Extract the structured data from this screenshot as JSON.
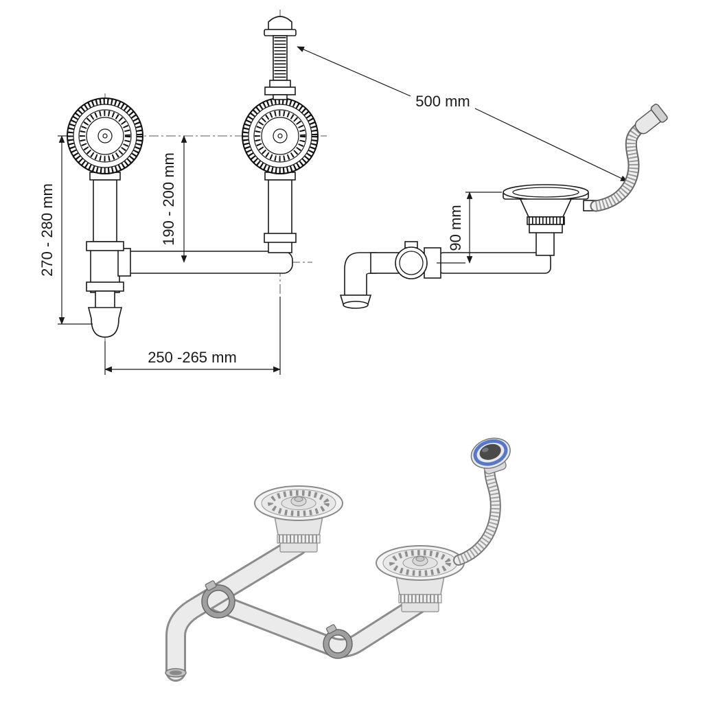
{
  "diagram": {
    "labels": {
      "hose_length": "500 mm",
      "outlet_height": "90 mm",
      "total_height": "270 - 280 mm",
      "strainer_to_pipe": "190 - 200 mm",
      "strainer_spacing": "250 -265 mm"
    },
    "colors": {
      "line": "#1a1a1a",
      "metal_light": "#ececec",
      "metal_dark": "#8f8f8f",
      "accent_blue": "#5577cc"
    }
  }
}
